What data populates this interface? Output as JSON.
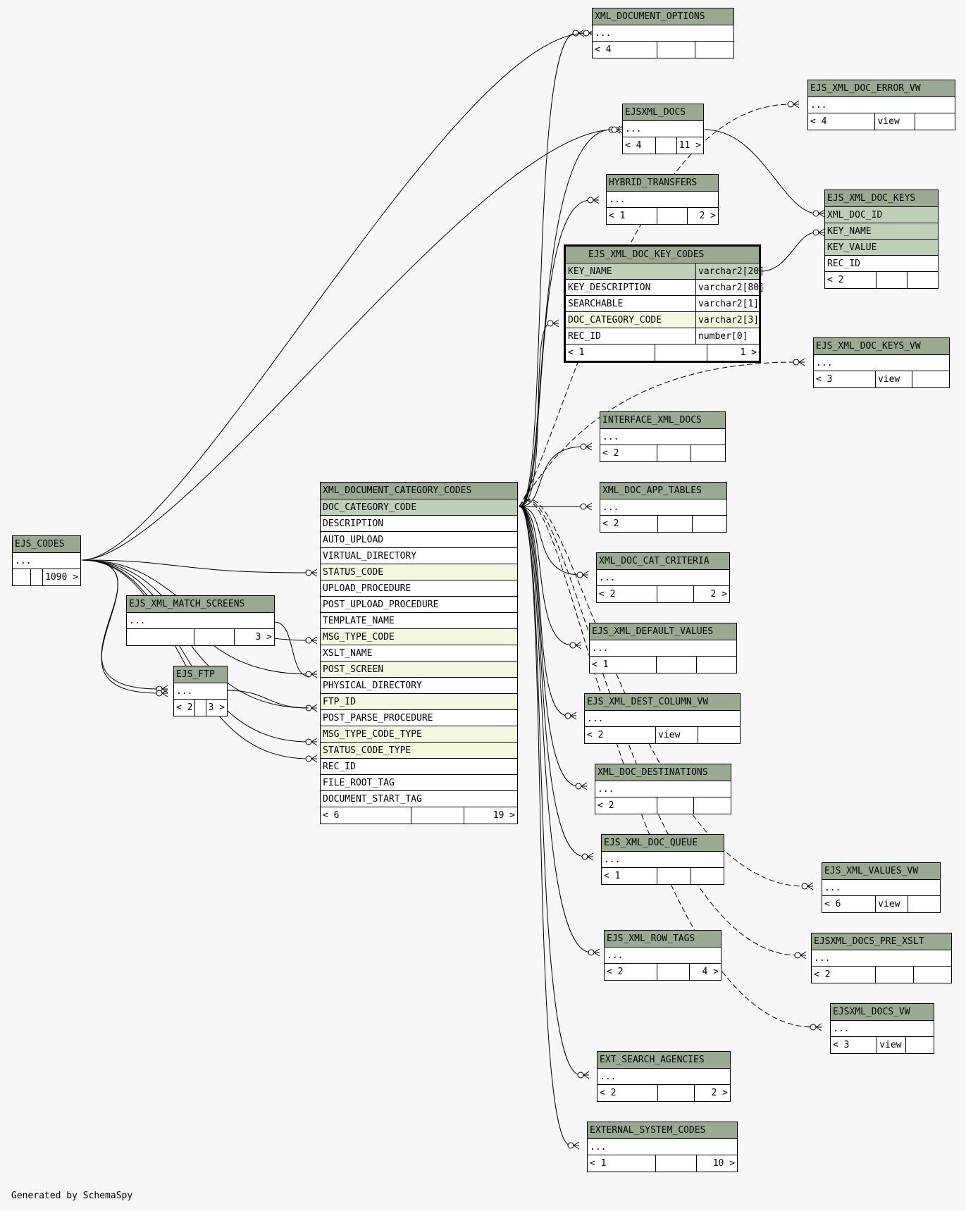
{
  "footer": "Generated by SchemaSpy",
  "focus_table": {
    "name": "EJS_XML_DOC_KEY_CODES",
    "columns": [
      {
        "name": "KEY_NAME",
        "type": "varchar2[20]",
        "kind": "pk"
      },
      {
        "name": "KEY_DESCRIPTION",
        "type": "varchar2[80]",
        "kind": ""
      },
      {
        "name": "SEARCHABLE",
        "type": "varchar2[1]",
        "kind": ""
      },
      {
        "name": "DOC_CATEGORY_CODE",
        "type": "varchar2[3]",
        "kind": "fk"
      },
      {
        "name": "REC_ID",
        "type": "number[0]",
        "kind": ""
      }
    ],
    "footer": [
      "< 1",
      "",
      "1 >"
    ]
  },
  "tables": [
    {
      "id": "xml_document_options",
      "name": "XML_DOCUMENT_OPTIONS",
      "rows": [
        {
          "name": "...",
          "kind": ""
        }
      ],
      "footer": [
        "< 4",
        "",
        ""
      ]
    },
    {
      "id": "ejs_xml_doc_error_vw",
      "name": "EJS_XML_DOC_ERROR_VW",
      "rows": [
        {
          "name": "...",
          "kind": ""
        }
      ],
      "footer": [
        "< 4",
        "view",
        ""
      ]
    },
    {
      "id": "ejsxml_docs",
      "name": "EJSXML_DOCS",
      "rows": [
        {
          "name": "...",
          "kind": ""
        }
      ],
      "footer": [
        "< 4",
        "",
        "11 >"
      ]
    },
    {
      "id": "hybrid_transfers",
      "name": "HYBRID_TRANSFERS",
      "rows": [
        {
          "name": "...",
          "kind": ""
        }
      ],
      "footer": [
        "< 1",
        "",
        "2 >"
      ]
    },
    {
      "id": "ejs_xml_doc_keys",
      "name": "EJS_XML_DOC_KEYS",
      "rows": [
        {
          "name": "XML_DOC_ID",
          "kind": "pk"
        },
        {
          "name": "KEY_NAME",
          "kind": "pk"
        },
        {
          "name": "KEY_VALUE",
          "kind": "pk"
        },
        {
          "name": "REC_ID",
          "kind": ""
        }
      ],
      "footer": [
        "< 2",
        "",
        ""
      ]
    },
    {
      "id": "ejs_xml_doc_keys_vw",
      "name": "EJS_XML_DOC_KEYS_VW",
      "rows": [
        {
          "name": "...",
          "kind": ""
        }
      ],
      "footer": [
        "< 3",
        "view",
        ""
      ]
    },
    {
      "id": "interface_xml_docs",
      "name": "INTERFACE_XML_DOCS",
      "rows": [
        {
          "name": "...",
          "kind": ""
        }
      ],
      "footer": [
        "< 2",
        "",
        ""
      ]
    },
    {
      "id": "xml_doc_app_tables",
      "name": "XML_DOC_APP_TABLES",
      "rows": [
        {
          "name": "...",
          "kind": ""
        }
      ],
      "footer": [
        "< 2",
        "",
        ""
      ]
    },
    {
      "id": "xml_doc_cat_criteria",
      "name": "XML_DOC_CAT_CRITERIA",
      "rows": [
        {
          "name": "...",
          "kind": ""
        }
      ],
      "footer": [
        "< 2",
        "",
        "2 >"
      ]
    },
    {
      "id": "ejs_xml_default_values",
      "name": "EJS_XML_DEFAULT_VALUES",
      "rows": [
        {
          "name": "...",
          "kind": ""
        }
      ],
      "footer": [
        "< 1",
        "",
        ""
      ]
    },
    {
      "id": "ejs_xml_dest_column_vw",
      "name": "EJS_XML_DEST_COLUMN_VW",
      "rows": [
        {
          "name": "...",
          "kind": ""
        }
      ],
      "footer": [
        "< 2",
        "view",
        ""
      ]
    },
    {
      "id": "xml_doc_destinations",
      "name": "XML_DOC_DESTINATIONS",
      "rows": [
        {
          "name": "...",
          "kind": ""
        }
      ],
      "footer": [
        "< 2",
        "",
        ""
      ]
    },
    {
      "id": "ejs_xml_doc_queue",
      "name": "EJS_XML_DOC_QUEUE",
      "rows": [
        {
          "name": "...",
          "kind": ""
        }
      ],
      "footer": [
        "< 1",
        "",
        ""
      ]
    },
    {
      "id": "ejs_xml_values_vw",
      "name": "EJS_XML_VALUES_VW",
      "rows": [
        {
          "name": "...",
          "kind": ""
        }
      ],
      "footer": [
        "< 6",
        "view",
        ""
      ]
    },
    {
      "id": "ejs_xml_row_tags",
      "name": "EJS_XML_ROW_TAGS",
      "rows": [
        {
          "name": "...",
          "kind": ""
        }
      ],
      "footer": [
        "< 2",
        "",
        "4 >"
      ]
    },
    {
      "id": "ejsxml_docs_pre_xslt",
      "name": "EJSXML_DOCS_PRE_XSLT",
      "rows": [
        {
          "name": "...",
          "kind": ""
        }
      ],
      "footer": [
        "< 2",
        "",
        ""
      ]
    },
    {
      "id": "ejsxml_docs_vw",
      "name": "EJSXML_DOCS_VW",
      "rows": [
        {
          "name": "...",
          "kind": ""
        }
      ],
      "footer": [
        "< 3",
        "view",
        ""
      ]
    },
    {
      "id": "ext_search_agencies",
      "name": "EXT_SEARCH_AGENCIES",
      "rows": [
        {
          "name": "...",
          "kind": ""
        }
      ],
      "footer": [
        "< 2",
        "",
        "2 >"
      ]
    },
    {
      "id": "external_system_codes",
      "name": "EXTERNAL_SYSTEM_CODES",
      "rows": [
        {
          "name": "...",
          "kind": ""
        }
      ],
      "footer": [
        "< 1",
        "",
        "10 >"
      ]
    },
    {
      "id": "ejs_codes",
      "name": "EJS_CODES",
      "rows": [
        {
          "name": "...",
          "kind": ""
        }
      ],
      "footer": [
        "",
        "",
        "1090 >"
      ]
    },
    {
      "id": "ejs_xml_match_screens",
      "name": "EJS_XML_MATCH_SCREENS",
      "rows": [
        {
          "name": "...",
          "kind": ""
        }
      ],
      "footer": [
        "",
        "",
        "3 >"
      ]
    },
    {
      "id": "ejs_ftp",
      "name": "EJS_FTP",
      "rows": [
        {
          "name": "...",
          "kind": ""
        }
      ],
      "footer": [
        "< 2",
        "",
        "3 >"
      ]
    },
    {
      "id": "xml_document_category_codes",
      "name": "XML_DOCUMENT_CATEGORY_CODES",
      "rows": [
        {
          "name": "DOC_CATEGORY_CODE",
          "kind": "pk"
        },
        {
          "name": "DESCRIPTION",
          "kind": ""
        },
        {
          "name": "AUTO_UPLOAD",
          "kind": ""
        },
        {
          "name": "VIRTUAL_DIRECTORY",
          "kind": ""
        },
        {
          "name": "STATUS_CODE",
          "kind": "fk"
        },
        {
          "name": "UPLOAD_PROCEDURE",
          "kind": ""
        },
        {
          "name": "POST_UPLOAD_PROCEDURE",
          "kind": ""
        },
        {
          "name": "TEMPLATE_NAME",
          "kind": ""
        },
        {
          "name": "MSG_TYPE_CODE",
          "kind": "fk"
        },
        {
          "name": "XSLT_NAME",
          "kind": ""
        },
        {
          "name": "POST_SCREEN",
          "kind": "fk"
        },
        {
          "name": "PHYSICAL_DIRECTORY",
          "kind": ""
        },
        {
          "name": "FTP_ID",
          "kind": "fk"
        },
        {
          "name": "POST_PARSE_PROCEDURE",
          "kind": ""
        },
        {
          "name": "MSG_TYPE_CODE_TYPE",
          "kind": "fk"
        },
        {
          "name": "STATUS_CODE_TYPE",
          "kind": "fk"
        },
        {
          "name": "REC_ID",
          "kind": ""
        },
        {
          "name": "FILE_ROOT_TAG",
          "kind": ""
        },
        {
          "name": "DOCUMENT_START_TAG",
          "kind": ""
        }
      ],
      "footer": [
        "< 6",
        "",
        "19 >"
      ]
    }
  ]
}
